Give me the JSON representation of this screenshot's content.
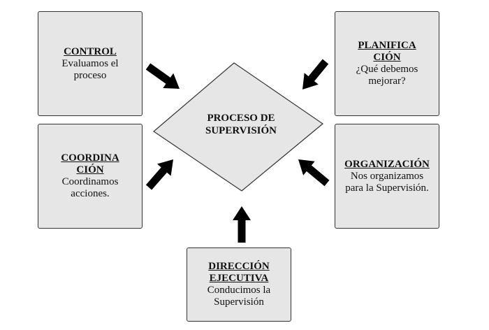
{
  "center": {
    "line1": "PROCESO DE",
    "line2": "SUPERVISIÓN"
  },
  "boxes": {
    "control": {
      "title": "CONTROL",
      "text1": "Evaluamos el",
      "text2": "proceso"
    },
    "coordinacion": {
      "title1": "COORDINA",
      "title2": "CIÓN",
      "text1": "Coordinamos",
      "text2": "acciones."
    },
    "planificacion": {
      "title1": "PLANIFICA",
      "title2": "CIÓN",
      "text1": "¿Qué debemos",
      "text2": "mejorar?"
    },
    "organizacion": {
      "title": "ORGANIZACIÓN",
      "text1": "Nos organizamos",
      "text2": "para la Supervisión."
    },
    "direccion": {
      "title1": "DIRECCIÓN",
      "title2": "EJECUTIVA",
      "text1": "Conducimos la",
      "text2": "Supervisión"
    }
  },
  "colors": {
    "box_fill": "#e6e6e6",
    "stroke": "#333333",
    "arrow": "#000000"
  }
}
